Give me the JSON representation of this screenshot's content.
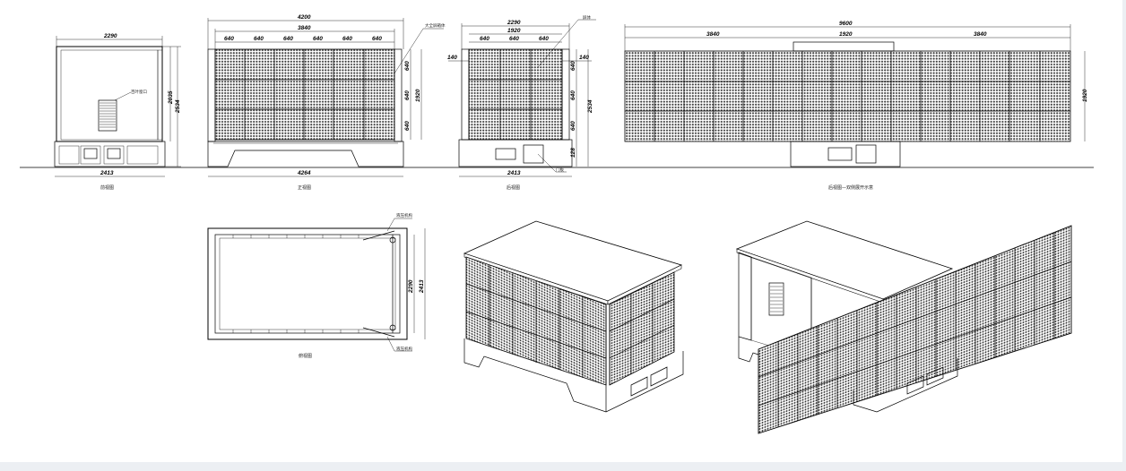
{
  "views": {
    "front": {
      "caption": "前视图",
      "dim_top": "2290",
      "dim_bottom": "2413",
      "dim_right_a": "2035",
      "dim_right_b": "2534",
      "label_vent": "百叶窗口"
    },
    "side": {
      "caption": "正视图",
      "dim_total": "4200",
      "dim_inner": "3840",
      "cells": [
        "640",
        "640",
        "640",
        "640",
        "640",
        "640"
      ],
      "dim_bottom": "4264",
      "dim_right_a": "640",
      "dim_right_b": "640",
      "dim_right_c": "640",
      "dim_right_total": "1920",
      "label_screen": "大全屏箱体"
    },
    "rear": {
      "caption": "后视图",
      "dim_top": "2290",
      "dim_inner": "1920",
      "cells": [
        "640",
        "640",
        "640"
      ],
      "dim_left": "140",
      "dim_right": "140",
      "dim_bottom": "2413",
      "dim_right_a": "640",
      "dim_right_b": "640",
      "dim_right_c": "640",
      "dim_right_total": "2534",
      "dim_base": "128",
      "label_screen": "屏体",
      "label_door": "门板"
    },
    "rear_expanded": {
      "caption": "后视图—双侧展开示意",
      "dim_total": "9600",
      "dim_left": "3840",
      "dim_mid": "1920",
      "dim_right": "3840",
      "dim_height": "1920"
    },
    "plan": {
      "caption": "俯视图",
      "dim_a": "2290",
      "dim_b": "2413",
      "label_top": "液压机构",
      "label_bottom": "液压机构"
    }
  }
}
